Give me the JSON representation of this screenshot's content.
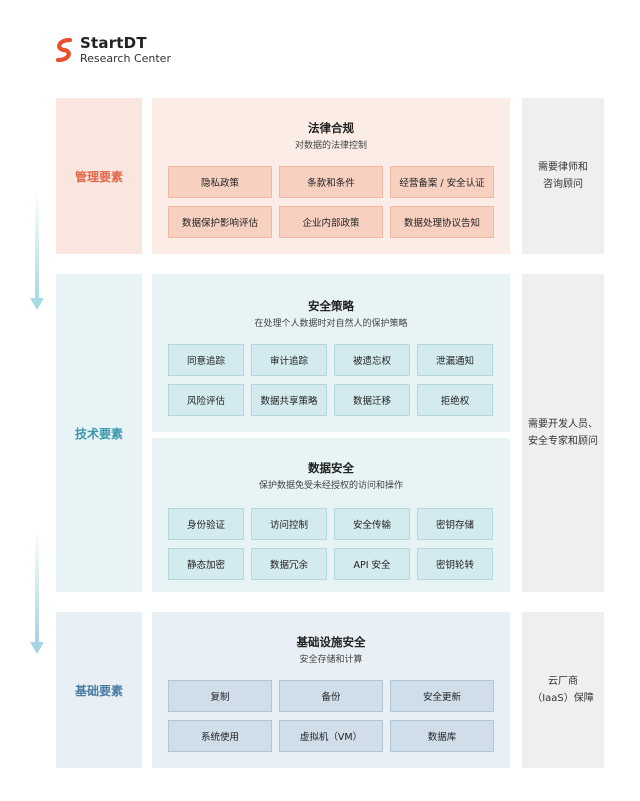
{
  "brand": {
    "name": "StartDT",
    "subtitle": "Research Center",
    "accent_color": "#e8502e"
  },
  "layers": {
    "management": {
      "label": "管理要素",
      "color": "#e1694a"
    },
    "technical": {
      "label": "技术要素",
      "color": "#3a97ad"
    },
    "foundation": {
      "label": "基础要素",
      "color": "#4a7ca4"
    }
  },
  "panels": {
    "legal": {
      "title": "法律合规",
      "subtitle": "对数据的法律控制",
      "items": [
        "隐私政策",
        "条款和条件",
        "经营备案 / 安全认证",
        "数据保护影响评估",
        "企业内部政策",
        "数据处理协议告知"
      ]
    },
    "policy": {
      "title": "安全策略",
      "subtitle": "在处理个人数据时对自然人的保护策略",
      "items": [
        "同意追踪",
        "审计追踪",
        "被遗忘权",
        "泄漏通知",
        "风险评估",
        "数据共享策略",
        "数据迁移",
        "拒绝权"
      ]
    },
    "data_security": {
      "title": "数据安全",
      "subtitle": "保护数据免受未经授权的访问和操作",
      "items": [
        "身份验证",
        "访问控制",
        "安全传输",
        "密钥存储",
        "静态加密",
        "数据冗余",
        "API 安全",
        "密钥轮转"
      ]
    },
    "infrastructure": {
      "title": "基础设施安全",
      "subtitle": "安全存储和计算",
      "items": [
        "复制",
        "备份",
        "安全更新",
        "系统使用",
        "虚拟机（VM）",
        "数据库"
      ]
    }
  },
  "notes": {
    "management": [
      "需要律师和",
      "咨询顾问"
    ],
    "technical": [
      "需要开发人员、",
      "安全专家和顾问"
    ],
    "foundation": [
      "云厂商",
      "（IaaS）保障"
    ]
  }
}
